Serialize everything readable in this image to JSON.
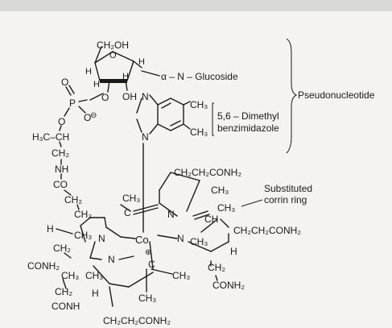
{
  "colors": {
    "paper": "#f4f3ef",
    "ink": "#1a1a1a",
    "top_band": "#d9d9d6"
  },
  "labels": {
    "glucoside": "α – N – Glucoside",
    "pseudonucleotide": "Pseudonucleotide",
    "dmb_line1": "5,6 – Dimethyl",
    "dmb_line2": "benzimidazole",
    "corrin_line1": "Substituted",
    "corrin_line2": "corrin ring"
  },
  "atoms": {
    "ch2oh": "CH₂OH",
    "o_ring": "O",
    "h1": "H",
    "h2": "H",
    "h3": "H",
    "h4": "H",
    "oh": "OH",
    "o_link": "O",
    "o_dbl": "O",
    "p": "P",
    "o_minus": "O",
    "minus": "⊖",
    "o_ester": "O",
    "h3c_ch": "H₃C–CH",
    "ch2_a": "CH₂",
    "nh_a": "NH",
    "co_a": "CO",
    "ch2_b": "CH₂",
    "ch2_c": "CH₂",
    "n_bz1": "N",
    "n_bz2": "N",
    "ch3_bz1": "CH₃",
    "ch3_bz2": "CH₃",
    "ch2ch2conh2_top": "CH₂CH₂CONH₂",
    "ch3_tl": "CH₃",
    "ch3_tr1": "CH₃",
    "ch3_tr2": "CH₃",
    "c_tl": "C",
    "n_top": "N",
    "ch_r": "CH",
    "ch2ch2conh2_r": "CH₂CH₂CONH₂",
    "h_l": "H",
    "ch3_l": "CH₃",
    "n_l": "N",
    "co": "Co",
    "co_plus": "⊕",
    "n_r": "N",
    "ch3_r": "CH₃",
    "h_r": "H",
    "ch2_l": "CH₂",
    "n_bot": "N",
    "conh2_l": "CONH₂",
    "ch3_bl1": "CH₃",
    "ch3_bl2": "CH₃",
    "c_b": "C",
    "ch3_b": "CH₃",
    "ch2_r2": "CH₂",
    "conh2_r": "CONH₂",
    "ch2_bl": "CH₂",
    "h_b": "H",
    "conh_bl": "CONH",
    "ch3_bot": "CH₃",
    "ch2ch2conh2_bot": "CH₂CH₂CONH₂"
  }
}
